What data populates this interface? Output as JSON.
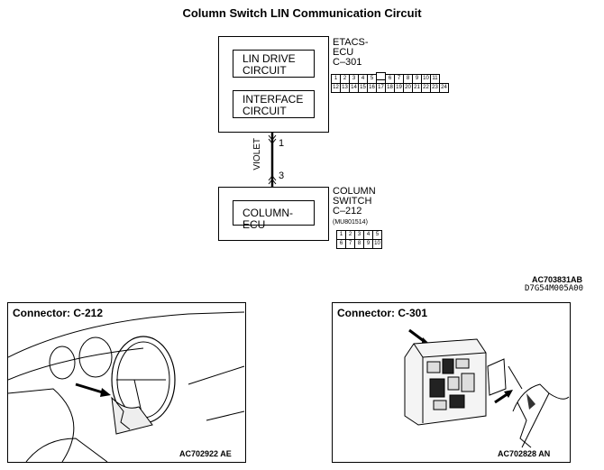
{
  "title": "Column Switch LIN Communication Circuit",
  "etacs": {
    "label_lines": [
      "ETACS-",
      "ECU",
      "C–301"
    ],
    "blocks": [
      "LIN DRIVE\nCIRCUIT",
      "INTERFACE\nCIRCUIT"
    ],
    "pins_row1": [
      "1",
      "2",
      "3",
      "4",
      "5",
      "",
      "6",
      "7",
      "8",
      "9",
      "10",
      "11"
    ],
    "pins_row2": [
      "12",
      "13",
      "14",
      "15",
      "16",
      "17",
      "18",
      "19",
      "20",
      "21",
      "22",
      "23",
      "24"
    ]
  },
  "wire": {
    "color_label": "VIOLET",
    "pin_top": "1",
    "pin_bottom": "3"
  },
  "column": {
    "label_lines": [
      "COLUMN",
      "SWITCH",
      "C–212"
    ],
    "part_number": "(MU801514)",
    "block": "COLUMN-ECU",
    "pins_row1": [
      "1",
      "2",
      "3",
      "4",
      "5"
    ],
    "pins_row2": [
      "6",
      "7",
      "8",
      "9",
      "10"
    ]
  },
  "refs": {
    "line1": "AC703831AB",
    "line2": "D7G54M005A00"
  },
  "panels": [
    {
      "title": "Connector: C-212",
      "code": "AC702922 AE"
    },
    {
      "title": "Connector: C-301",
      "code": "AC702828 AN"
    }
  ]
}
